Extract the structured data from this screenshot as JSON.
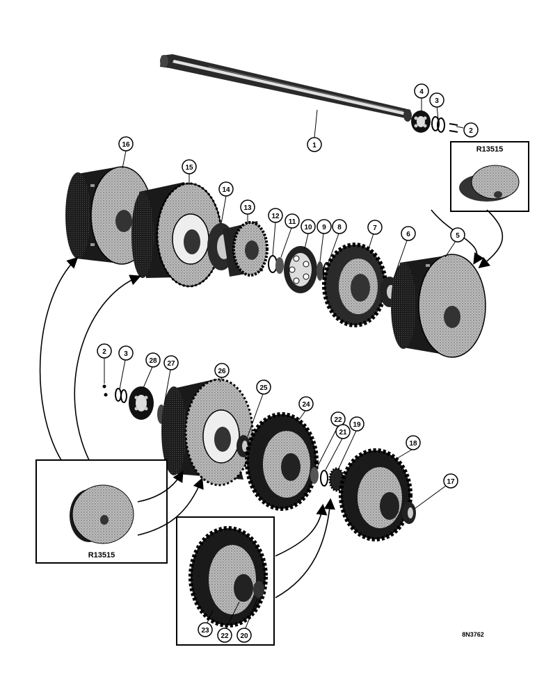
{
  "diagram": {
    "reference_number": "8N3762",
    "inset_labels": {
      "top_inset": "R13515",
      "left_inset": "R13515"
    },
    "callouts": [
      {
        "id": "c1",
        "label": "1"
      },
      {
        "id": "c2a",
        "label": "2"
      },
      {
        "id": "c3a",
        "label": "3"
      },
      {
        "id": "c4",
        "label": "4"
      },
      {
        "id": "c5",
        "label": "5"
      },
      {
        "id": "c6",
        "label": "6"
      },
      {
        "id": "c7",
        "label": "7"
      },
      {
        "id": "c8",
        "label": "8"
      },
      {
        "id": "c9",
        "label": "9"
      },
      {
        "id": "c10",
        "label": "10"
      },
      {
        "id": "c11",
        "label": "11"
      },
      {
        "id": "c12",
        "label": "12"
      },
      {
        "id": "c13",
        "label": "13"
      },
      {
        "id": "c14",
        "label": "14"
      },
      {
        "id": "c15",
        "label": "15"
      },
      {
        "id": "c16",
        "label": "16"
      },
      {
        "id": "c2b",
        "label": "2"
      },
      {
        "id": "c3b",
        "label": "3"
      },
      {
        "id": "c28",
        "label": "28"
      },
      {
        "id": "c27",
        "label": "27"
      },
      {
        "id": "c26",
        "label": "26"
      },
      {
        "id": "c25",
        "label": "25"
      },
      {
        "id": "c24",
        "label": "24"
      },
      {
        "id": "c22a",
        "label": "22"
      },
      {
        "id": "c21",
        "label": "21"
      },
      {
        "id": "c19",
        "label": "19"
      },
      {
        "id": "c18",
        "label": "18"
      },
      {
        "id": "c17",
        "label": "17"
      },
      {
        "id": "c23",
        "label": "23"
      },
      {
        "id": "c22b",
        "label": "22"
      },
      {
        "id": "c20",
        "label": "20"
      }
    ]
  }
}
